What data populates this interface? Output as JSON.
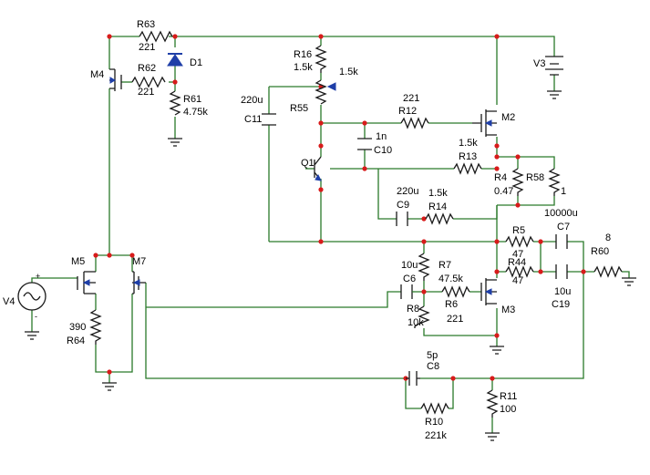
{
  "labels": {
    "r63": "R63",
    "r63_val": "221",
    "d1": "D1",
    "m4": "M4",
    "r62": "R62",
    "r62_val": "221",
    "r61": "R61",
    "r61_val": "4.75k",
    "r16": "R16",
    "r16_val": "1.5k",
    "r16_extra": "1.5k",
    "r55": "R55",
    "c11_val": "220u",
    "c11": "C11",
    "r12_val": "221",
    "r12": "R12",
    "m2": "M2",
    "v3": "V3",
    "c10_val": "1n",
    "c10": "C10",
    "q1": "Q1",
    "r13_val": "1.5k",
    "r13": "R13",
    "r4": "R4",
    "r4_val": "0.47",
    "r58": "R58",
    "r58_val": "1",
    "c9_val": "220u",
    "c9": "C9",
    "r14_val": "1.5k",
    "r14": "R14",
    "c7_val": "10000u",
    "r5": "R5",
    "r5_val": "47",
    "c7": "C7",
    "r60_val": "8",
    "r60": "R60",
    "r44": "R44",
    "r44_val": "47",
    "m5": "M5",
    "m7": "M7",
    "c6_val": "10u",
    "c6": "C6",
    "r7": "R7",
    "r7_val": "47.5k",
    "c19_val": "10u",
    "c19": "C19",
    "r8": "R8",
    "r8_val": "10k",
    "r6": "R6",
    "r6_val": "221",
    "m3": "M3",
    "v4": "V4",
    "v4_plus": "+",
    "v4_minus": "-",
    "r64_val": "390",
    "r64": "R64",
    "c8_val": "5p",
    "c8": "C8",
    "r11": "R11",
    "r11_val": "100",
    "r10": "R10",
    "r10_val": "221k"
  },
  "colors": {
    "wire": "#2a7a2a",
    "component": "#1a1a1a",
    "junction": "#d81b1b",
    "semiconductor": "#1f3fa8"
  }
}
